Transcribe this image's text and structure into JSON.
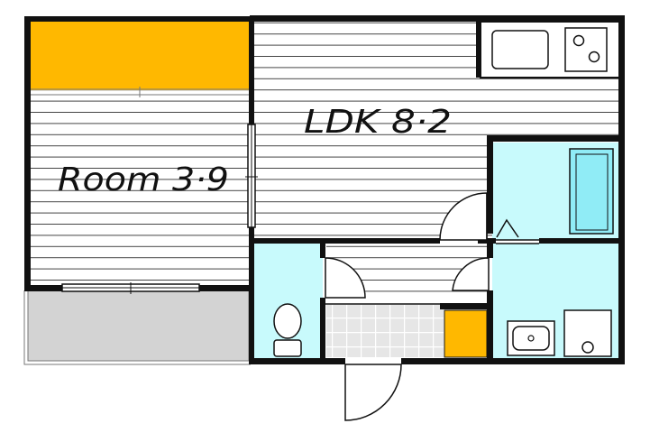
{
  "rooms": {
    "ldk": {
      "name": "LDK",
      "size": "8·2"
    },
    "room": {
      "name": "Room",
      "size": "3·9"
    }
  },
  "colors": {
    "wall": "#111111",
    "floor_line": "#444444",
    "storage": "#FFB800",
    "wet_area": "#C8FAFC",
    "bath": "#90ECF6",
    "balcony": "#D3D3D3",
    "tile": "#E6E6E6"
  },
  "icons": [
    "sink-icon",
    "stove-icon",
    "bathtub-icon",
    "toilet-icon",
    "washbasin-icon",
    "washer-pan-icon",
    "door-swing-icon",
    "window-icon"
  ]
}
